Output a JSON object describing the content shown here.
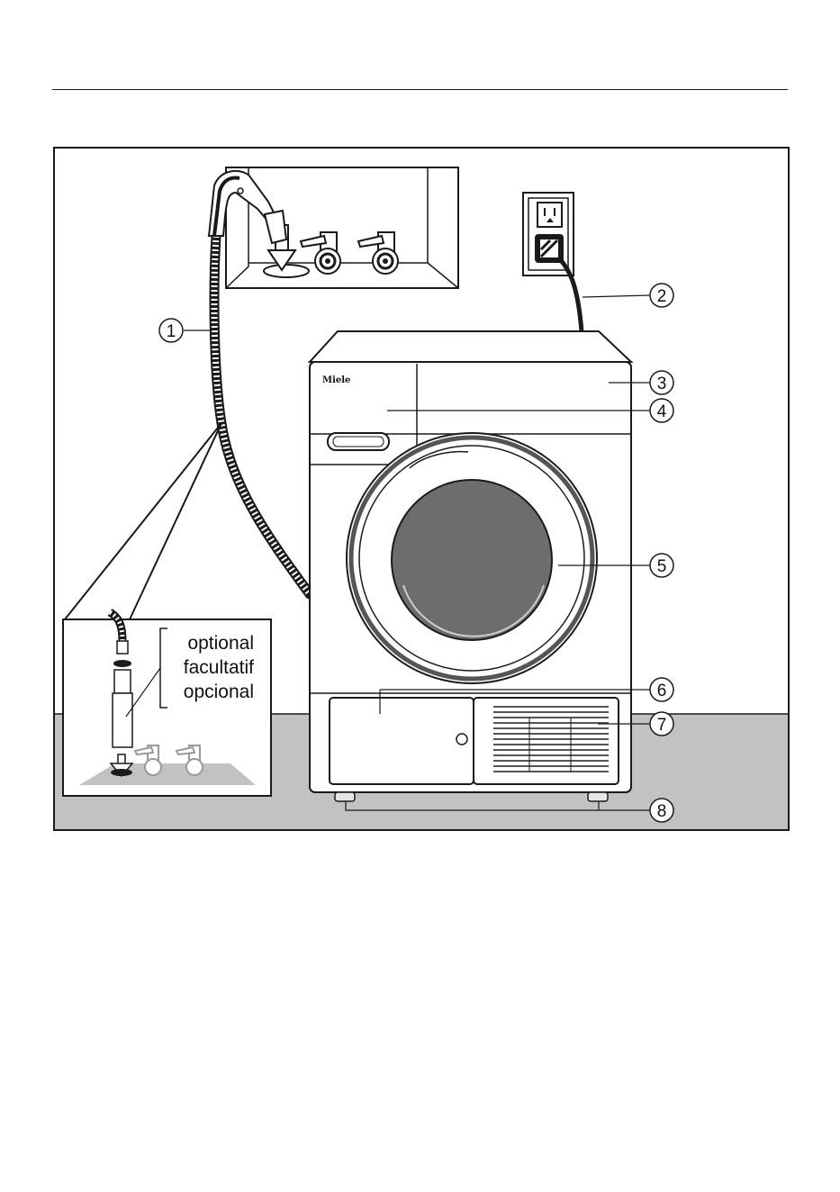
{
  "brand": {
    "logo_text": "Miele"
  },
  "callouts": [
    {
      "number": "1",
      "target": "drain-hose"
    },
    {
      "number": "2",
      "target": "power-cord"
    },
    {
      "number": "3",
      "target": "control-panel"
    },
    {
      "number": "4",
      "target": "water-container-drawer"
    },
    {
      "number": "5",
      "target": "door"
    },
    {
      "number": "6",
      "target": "heat-exchanger-access-panel"
    },
    {
      "number": "7",
      "target": "air-intake-grille"
    },
    {
      "number": "8",
      "target": "adjustable-feet"
    }
  ],
  "inset": {
    "optional_labels": [
      "optional",
      "facultatif",
      "opcional"
    ]
  },
  "colors": {
    "floor": "#c2c2c2",
    "drum_window": "#6d6d6f",
    "outline": "#1a1a1a",
    "background": "#ffffff"
  }
}
